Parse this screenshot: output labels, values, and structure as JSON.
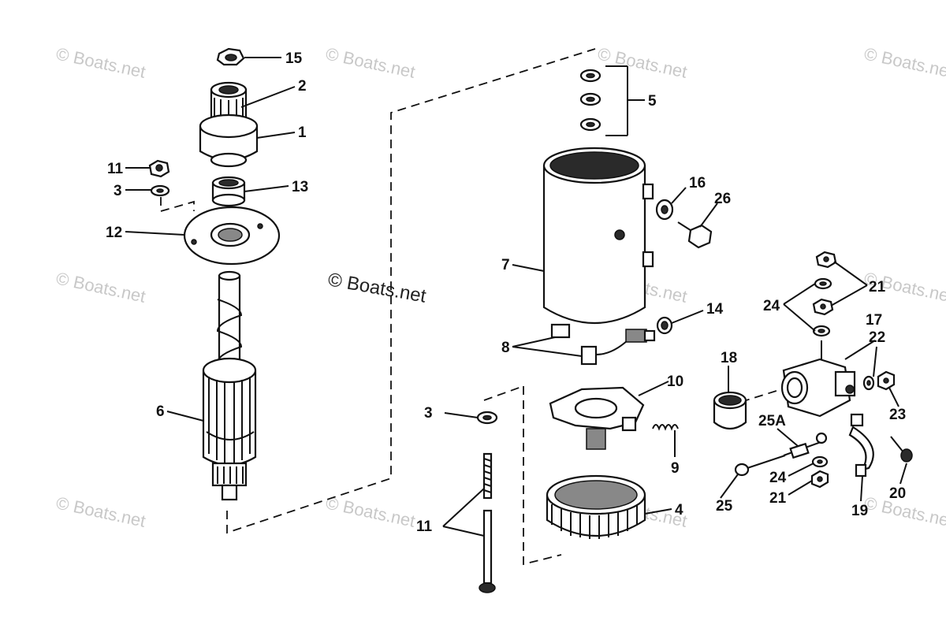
{
  "watermarks": {
    "small": "© Boats.net",
    "main": "© Boats.net"
  },
  "callouts": {
    "c1": "1",
    "c2": "2",
    "c3a": "3",
    "c3b": "3",
    "c4": "4",
    "c5": "5",
    "c6": "6",
    "c7": "7",
    "c8": "8",
    "c9": "9",
    "c10": "10",
    "c11a": "11",
    "c11b": "11",
    "c12": "12",
    "c13": "13",
    "c14": "14",
    "c15": "15",
    "c16": "16",
    "c17": "17",
    "c18": "18",
    "c19": "19",
    "c20": "20",
    "c21a": "21",
    "c21b": "21",
    "c22": "22",
    "c23": "23",
    "c24a": "24",
    "c24b": "24",
    "c25": "25",
    "c25a": "25A",
    "c26": "26"
  }
}
